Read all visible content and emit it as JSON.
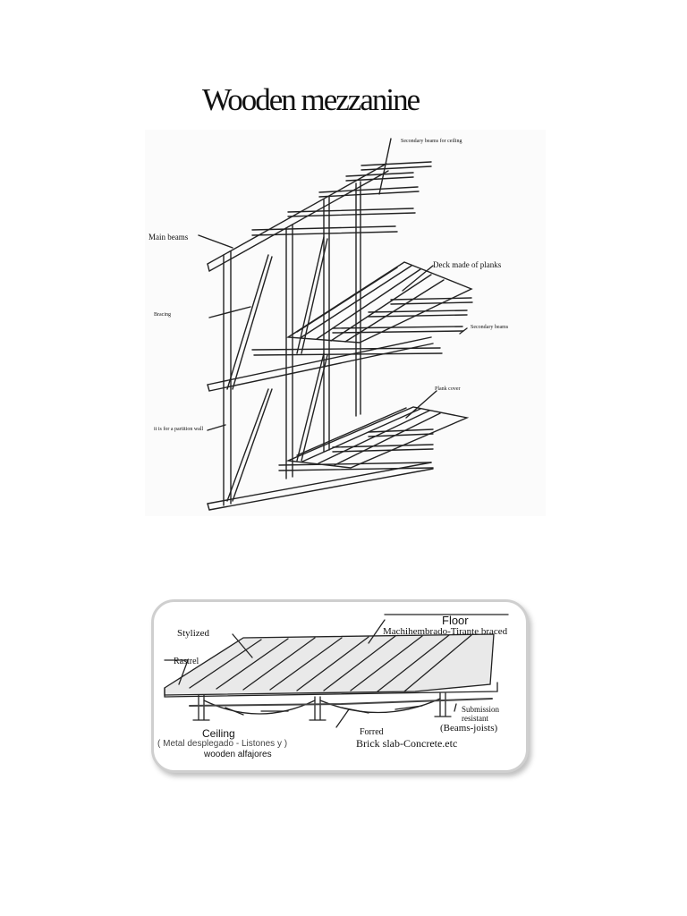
{
  "title": "Wooden mezzanine",
  "diagram_top": {
    "labels": {
      "secondary_ceiling": "Secondary beams for ceiling",
      "main_beams": "Main beams",
      "deck": "Deck made of planks",
      "bracing": "Bracing",
      "secondary_beams": "Secondary beams",
      "plank_cover": "Plank cover",
      "partition": "it is for a partition wall"
    }
  },
  "diagram_bottom": {
    "labels": {
      "floor": "Floor",
      "stylized": "Stylized",
      "machihembrado": "Machihembrado-Tirante braced",
      "rastrel": "Rastrel",
      "submission": "Submission",
      "resistant": "resistant",
      "beams_joists": "(Beams-joists)",
      "ceiling": "Ceiling",
      "forred": "Forred",
      "metal_line": "( Metal desplegado - Listones y )",
      "wooden_alfajores": "wooden alfajores",
      "brick_slab": "Brick slab-Concrete.etc"
    }
  }
}
